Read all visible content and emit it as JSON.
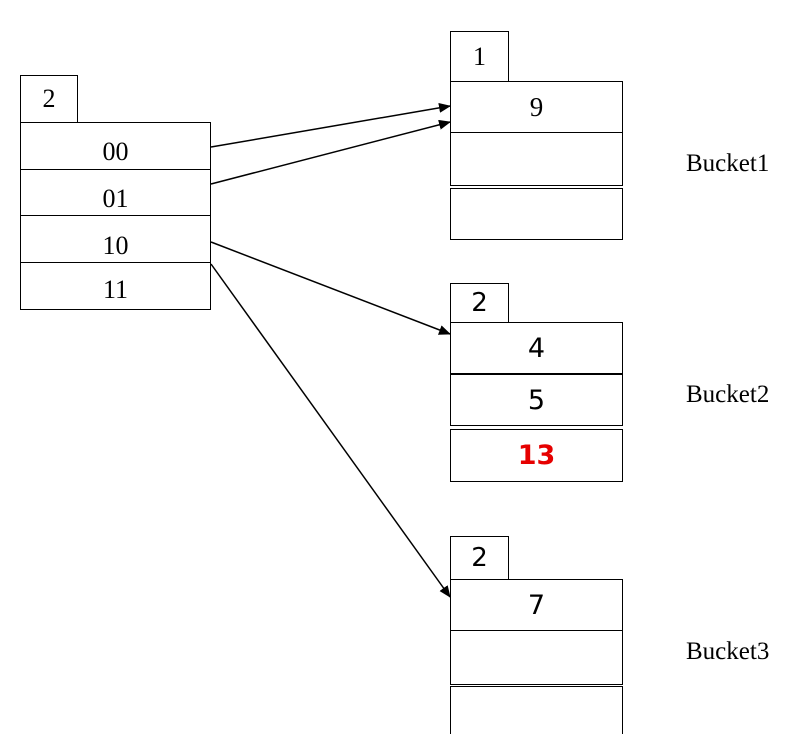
{
  "directory": {
    "global_depth": "2",
    "entries": [
      "00",
      "01",
      "10",
      "11"
    ]
  },
  "buckets": [
    {
      "label": "Bucket1",
      "local_depth": "1",
      "slots": [
        "9",
        "",
        ""
      ]
    },
    {
      "label": "Bucket2",
      "local_depth": "2",
      "slots": [
        "4",
        "5",
        "13"
      ]
    },
    {
      "label": "Bucket3",
      "local_depth": "2",
      "slots": [
        "7",
        "",
        ""
      ]
    }
  ],
  "colors": {
    "highlight": "#e60000",
    "stroke": "#000000"
  }
}
